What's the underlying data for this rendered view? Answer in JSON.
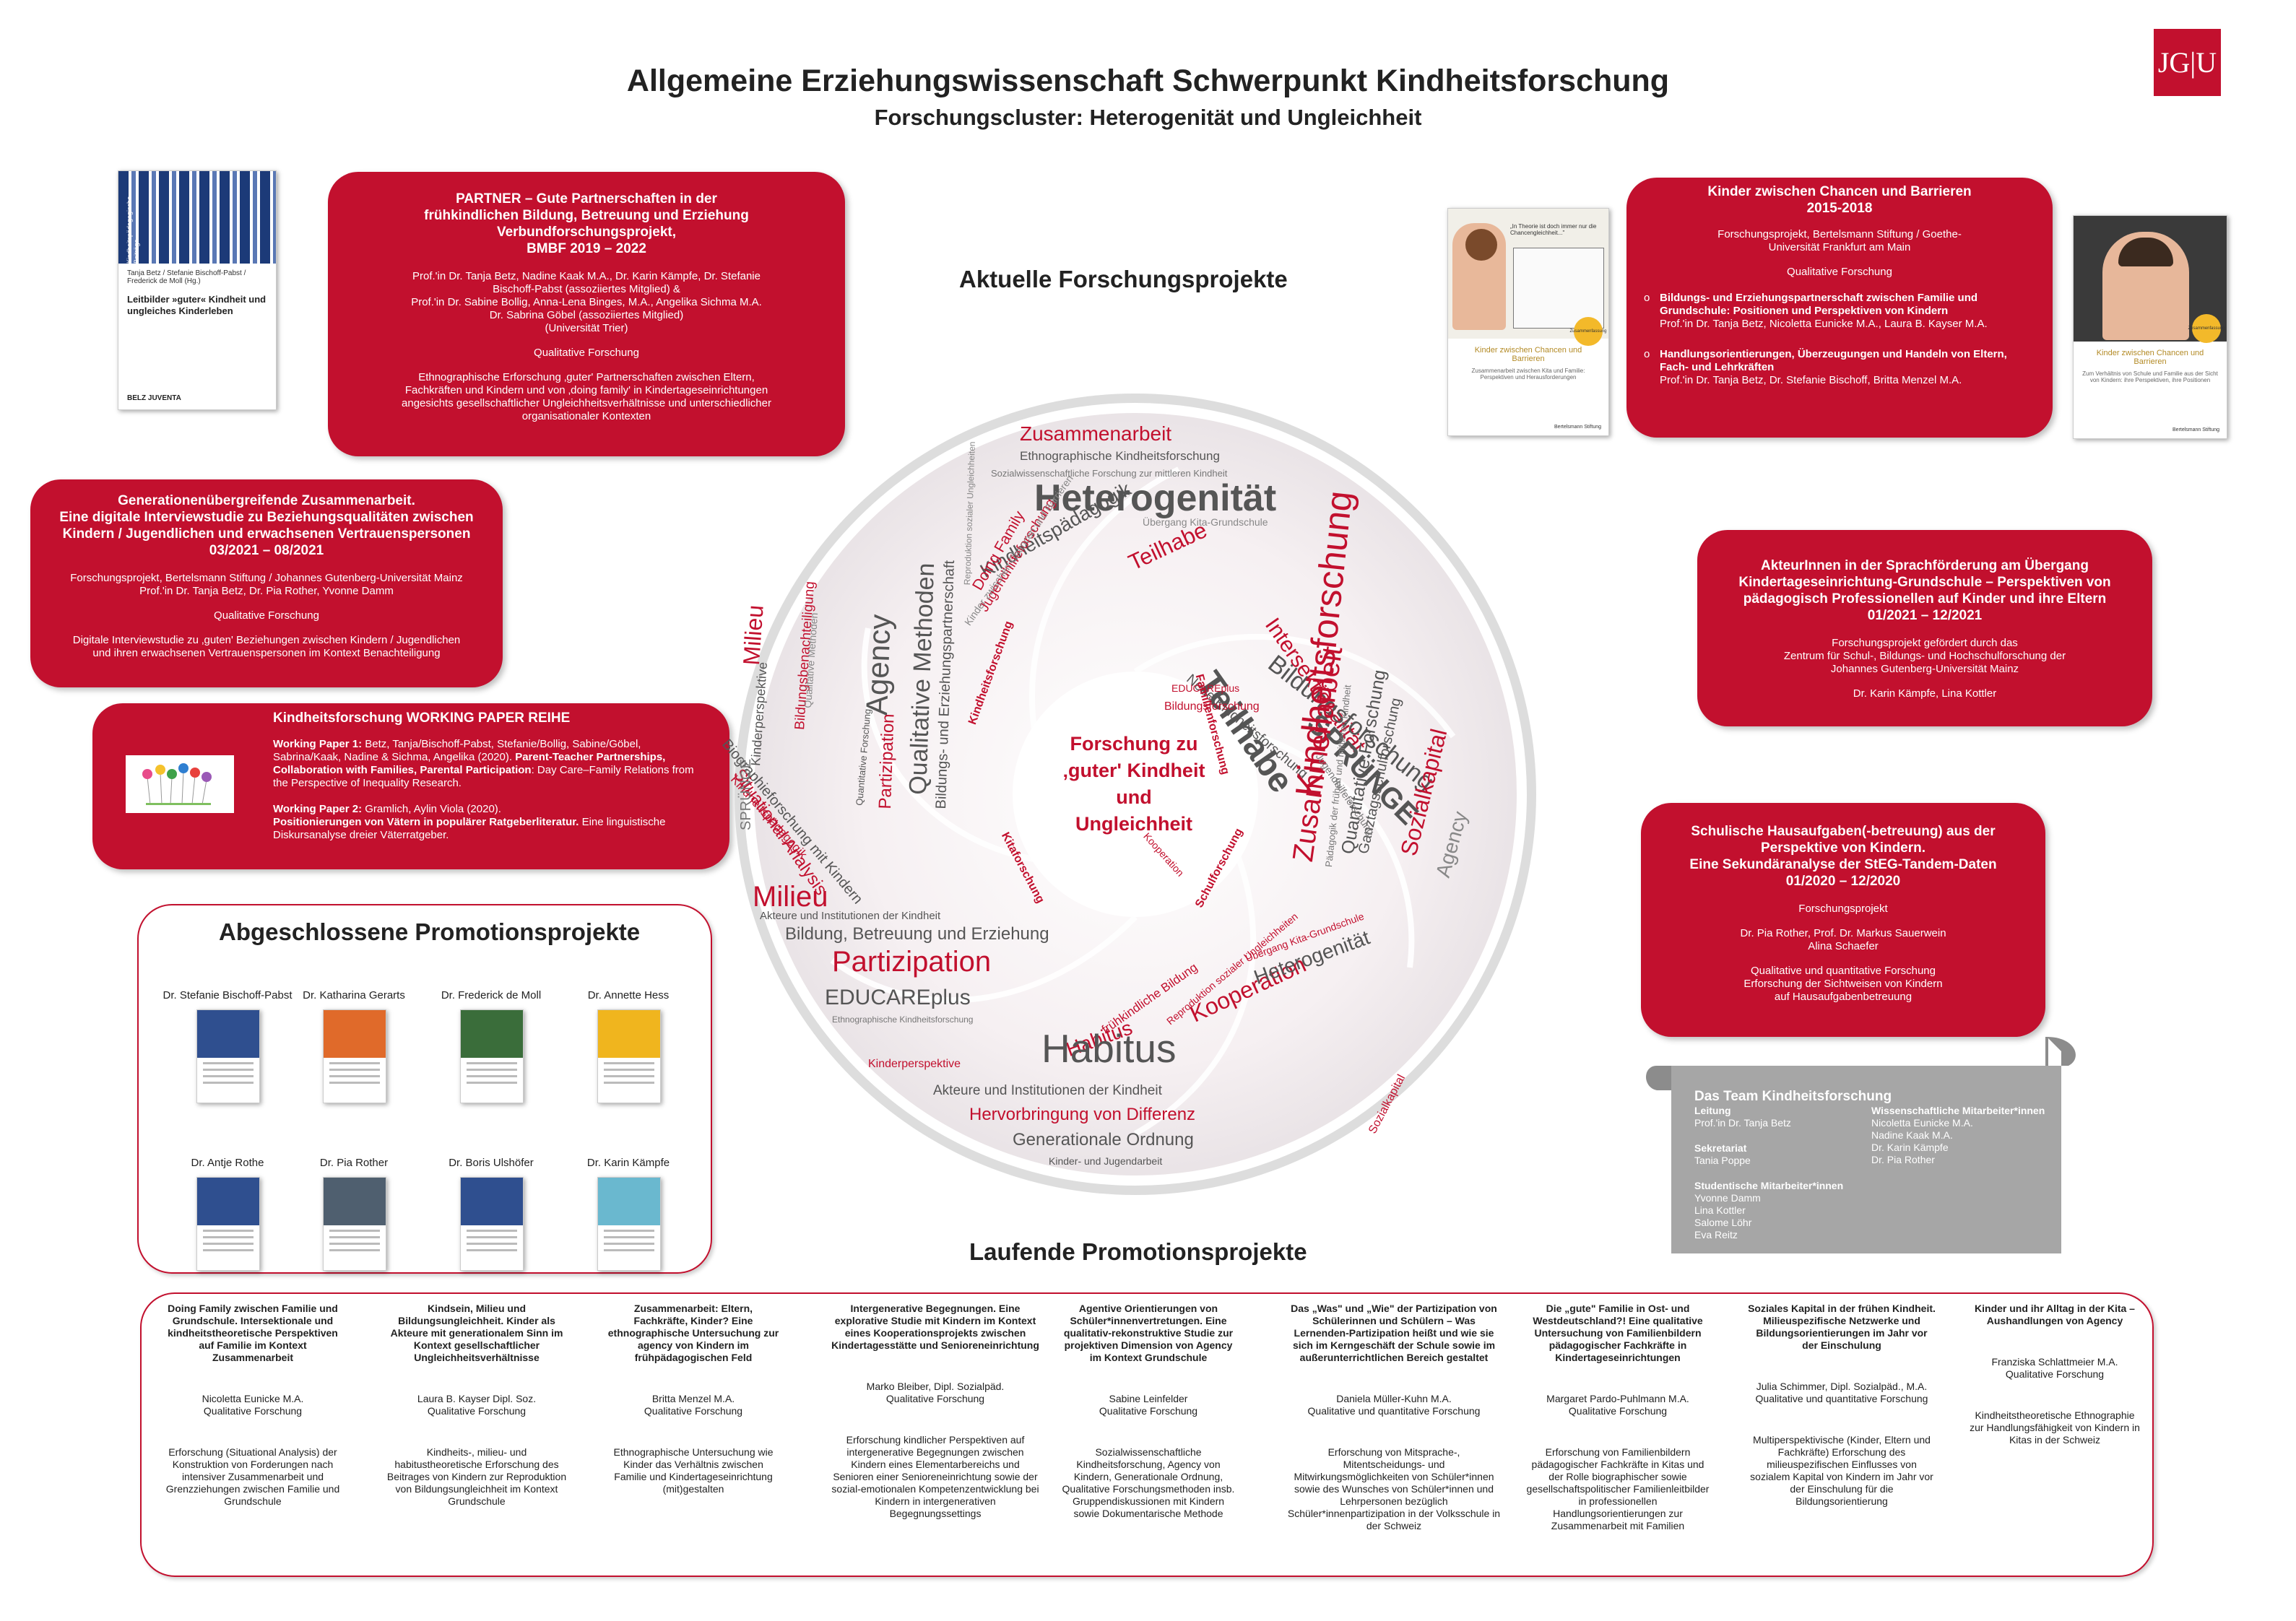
{
  "header": {
    "title": "Allgemeine Erziehungswissenschaft Schwerpunkt Kindheitsforschung",
    "subtitle": "Forschungscluster: Heterogenität und Ungleichheit",
    "logo": "JG|U"
  },
  "section_titles": {
    "current": "Aktuelle Forschungsprojekte",
    "completed": "Abgeschlossene Promotionsprojekte",
    "ongoing": "Laufende Promotionsprojekte"
  },
  "book_leitbilder": {
    "series": "Kindheitspädagogische Beiträge",
    "authors": "Tanja Betz / Stefanie Bischoff-Pabst / Frederick de Moll (Hg.)",
    "title": "Leitbilder »guter« Kindheit und ungleiches Kinderleben",
    "publisher": "BELZ JUVENTA"
  },
  "partner": {
    "title": [
      "PARTNER – Gute Partnerschaften in der",
      "frühkindlichen Bildung, Betreuung und Erziehung",
      "Verbundforschungsprojekt,",
      "BMBF 2019 – 2022"
    ],
    "people": [
      "Prof.'in Dr. Tanja Betz, Nadine Kaak M.A., Dr. Karin Kämpfe, Dr. Stefanie",
      "Bischoff-Pabst (assoziiertes Mitglied) &",
      "Prof.'in Dr. Sabine Bollig, Anna-Lena Binges, M.A., Angelika Sichma M.A.",
      "Dr. Sabrina Göbel (assoziiertes Mitglied)",
      "(Universität Trier)"
    ],
    "method": "Qualitative Forschung",
    "desc": [
      "Ethnographische Erforschung ‚guter' Partnerschaften zwischen Eltern,",
      "Fachkräften und Kindern und von ‚doing family' in Kindertageseinrichtungen",
      "angesichts gesellschaftlicher Ungleichheitsverhältnisse und unterschiedlicher",
      "organisationaler Kontexten"
    ]
  },
  "generation": {
    "title": [
      "Generationenübergreifende Zusammenarbeit.",
      "Eine digitale Interviewstudie zu Beziehungsqualitäten zwischen",
      "Kindern / Jugendlichen und erwachsenen Vertrauenspersonen",
      "03/2021 – 08/2021"
    ],
    "org": [
      "Forschungsprojekt, Bertelsmann Stiftung / Johannes Gutenberg-Universität Mainz",
      "Prof.'in Dr. Tanja Betz, Dr. Pia Rother, Yvonne Damm"
    ],
    "method": "Qualitative Forschung",
    "desc": [
      "Digitale Interviewstudie zu ‚guten' Beziehungen zwischen Kindern / Jugendlichen",
      "und ihren erwachsenen Vertrauenspersonen im Kontext Benachteiligung"
    ]
  },
  "working_paper": {
    "title": "Kindheitsforschung WORKING PAPER REIHE",
    "wp1_label": "Working Paper 1:",
    "wp1_authors": " Betz, Tanja/Bischoff-Pabst, Stefanie/Bollig, Sabine/Göbel, Sabrina/Kaak, Nadine & Sichma, Angelika (2020).",
    "wp1_title": "Parent-Teacher Partnerships, Collaboration with Families, Parental Participation",
    "wp1_rest": ": Day Care–Family Relations from the Perspective of Inequality Research.",
    "wp2_label": "Working Paper 2:",
    "wp2_authors": " Gramlich, Aylin Viola (2020).",
    "wp2_title": "Positionierungen von Vätern in populärer Ratgeberliteratur.",
    "wp2_rest": " Eine linguistische Diskursanalyse dreier Väterratgeber."
  },
  "completed": {
    "people": [
      {
        "name": "Dr. Stefanie Bischoff-Pabst",
        "color": "#2f4f8f"
      },
      {
        "name": "Dr. Katharina Gerarts",
        "color": "#e06a2a"
      },
      {
        "name": "Dr. Frederick de Moll",
        "color": "#3a6d3a"
      },
      {
        "name": "Dr. Annette Hess",
        "color": "#f0b51e"
      },
      {
        "name": "Dr. Antje Rothe",
        "color": "#2f4f8f"
      },
      {
        "name": "Dr. Pia Rother",
        "color": "#4f5f6f"
      },
      {
        "name": "Dr. Boris Ulshöfer",
        "color": "#2f4f8f"
      },
      {
        "name": "Dr. Karin Kämpfe",
        "color": "#6ab8cf"
      }
    ]
  },
  "center": {
    "core": [
      "Forschung zu",
      "‚guter' Kindheit",
      "und",
      "Ungleichheit"
    ],
    "spokes": [
      "Kindheitsforschung",
      "Familienforschung",
      "Kitaforschung",
      "Schulforschung"
    ]
  },
  "wordcloud": {
    "words": [
      "Zusammenarbeit",
      "Ethnographische Kindheitsforschung",
      "Sozialwissenschaftliche Forschung zur mittleren Kindheit",
      "Heterogenität",
      "Übergang Kita-Grundschule",
      "Teilhabe",
      "Kindheitspädagogik",
      "Doing Family",
      "Jugendhilfeforschung",
      "Kinder zwischen Chancen und Barrieren",
      "Intersektionalität",
      "Bildungsforschung",
      "Teilhabe",
      "SPRÜNGE",
      "Neue Kindheitsforschung",
      "EDUCAREplus",
      "Bildungsforschung",
      "Qualitative Methoden",
      "Agency",
      "Bildungs- und Erziehungspartnerschaft",
      "Partizipation",
      "Milieu",
      "Kinderperspektive",
      "Bildungsbenachteiligung",
      "Quantitative Forschung",
      "Qualitative Methoden",
      "Reproduktion sozialer Ungleichheiten",
      "Biographieforschung mit Kindern",
      "Situational Analysis",
      "Kindheitspädagogik",
      "Kooperation",
      "SPRÜNGE",
      "Milieu",
      "Akteure und Institutionen der Kindheit",
      "Bildung, Betreuung und Erziehung",
      "Partizipation",
      "EDUCAREplus",
      "Ethnographische Kindheitsforschung",
      "Kindheitsforschung",
      "Zusammenarbeit",
      "Quantitative Forschung",
      "Ganztagsschulforschung",
      "Sozialkapital",
      "Agency",
      "Pädagogik der frühen und mittleren Kindheit",
      "Habitus",
      "frühkindliche Bildung",
      "Reproduktion sozialer Ungleichheiten",
      "Kooperation",
      "Heterogenität",
      "Übergang Kita-Grundschule",
      "Habitus",
      "Akteure und Institutionen der Kindheit",
      "Hervorbringung von Differenz",
      "Generationale Ordnung",
      "Kinder- und Jugendarbeit",
      "Kinderperspektive",
      "Sozialkapital",
      "Jugendhilfeforschung"
    ]
  },
  "book_chancen_left": {
    "speech": "„In Theorie ist doch immer nur die Chancengleichheit...\"",
    "title": "Kinder zwischen Chancen und Barrieren",
    "subtitle": "Zusammenarbeit zwischen Kita und Familie: Perspektiven und Herausforderungen",
    "foot": "Bertelsmann Stiftung",
    "badge": "Zusammenfassung"
  },
  "book_chancen_right": {
    "title": "Kinder zwischen Chancen und Barrieren",
    "subtitle": "Zum Verhältnis von Schule und Familie aus der Sicht von Kindern: ihre Perspektiven, ihre Positionen",
    "foot": "Bertelsmann Stiftung",
    "badge": "Zusammenfassung"
  },
  "chancen": {
    "title": [
      "Kinder zwischen Chancen und Barrieren",
      "2015-2018"
    ],
    "org": [
      "Forschungsprojekt, Bertelsmann Stiftung / Goethe-",
      "Universität Frankfurt am Main"
    ],
    "method": "Qualitative Forschung",
    "items": [
      {
        "title": "Bildungs- und Erziehungspartnerschaft zwischen Familie und Grundschule: Positionen und Perspektiven von Kindern",
        "people": "Prof.'in Dr. Tanja Betz, Nicoletta Eunicke M.A., Laura B. Kayser M.A."
      },
      {
        "title": "Handlungsorientierungen, Überzeugungen und Handeln von Eltern, Fach- und Lehrkräften",
        "people": "Prof.'in Dr. Tanja Betz, Dr. Stefanie Bischoff, Britta Menzel M.A."
      }
    ]
  },
  "sprach": {
    "title": [
      "AkteurInnen in der Sprachförderung am Übergang",
      "Kindertageseinrichtung-Grundschule – Perspektiven von",
      "pädagogisch Professionellen auf Kinder und ihre Eltern",
      "01/2021 – 12/2021"
    ],
    "org": [
      "Forschungsprojekt  gefördert durch das",
      "Zentrum für Schul-, Bildungs- und Hochschulforschung  der",
      "Johannes Gutenberg-Universität  Mainz"
    ],
    "people": "Dr. Karin Kämpfe, Lina Kottler"
  },
  "hausaufgaben": {
    "title": [
      "Schulische Hausaufgaben(-betreuung) aus der",
      "Perspektive von Kindern.",
      "Eine Sekundäranalyse der StEG-Tandem-Daten",
      "01/2020 – 12/2020"
    ],
    "method": "Forschungsprojekt",
    "people": [
      "Dr. Pia Rother,  Prof. Dr. Markus Sauerwein",
      "Alina Schaefer"
    ],
    "desc": [
      "Qualitative und quantitative Forschung",
      "Erforschung der Sichtweisen von Kindern",
      "auf Hausaufgabenbetreuung"
    ]
  },
  "team": {
    "title": "Das Team Kindheitsforschung",
    "lead_label": "Leitung",
    "lead": "Prof.'in Dr. Tanja Betz",
    "sek_label": "Sekretariat",
    "sek": "Tania Poppe",
    "stud_label": "Studentische Mitarbeiter*innen",
    "stud": [
      "Yvonne Damm",
      "Lina Kottler",
      "Salome Löhr",
      "Eva Reitz"
    ],
    "wiss_label": "Wissenschaftliche Mitarbeiter*innen",
    "wiss": [
      "Nicoletta Eunicke M.A.",
      "Nadine Kaak M.A.",
      "Dr. Karin Kämpfe",
      "Dr. Pia Rother"
    ]
  },
  "ongoing": [
    {
      "title": "Doing Family  zwischen Familie und Grundschule. Intersektionale und kindheitstheoretische Perspektiven auf Familie im Kontext Zusammenarbeit",
      "person": "Nicoletta Eunicke M.A.",
      "method": "Qualitative Forschung",
      "desc": "Erforschung (Situational Analysis) der Konstruktion von Forderungen nach intensiver Zusammenarbeit und Grenzziehungen zwischen Familie und Grundschule"
    },
    {
      "title": "Kindsein, Milieu und Bildungsungleichheit. Kinder als Akteure mit generationalem Sinn im Kontext gesellschaftlicher Ungleichheitsverhältnisse",
      "person": "Laura B. Kayser Dipl. Soz.",
      "method": "Qualitative Forschung",
      "desc": "Kindheits-, milieu- und habitustheoretische Erforschung des Beitrages von Kindern zur Reproduktion von Bildungsungleichheit im Kontext Grundschule"
    },
    {
      "title": "Zusammenarbeit: Eltern, Fachkräfte, Kinder? Eine ethnographische Untersuchung zur agency von Kindern im frühpädagogischen Feld",
      "person": "Britta Menzel M.A.",
      "method": "Qualitative Forschung",
      "desc": "Ethnographische Untersuchung wie Kinder das Verhältnis zwischen Familie und Kindertageseinrichtung (mit)gestalten"
    },
    {
      "title": "Intergenerative Begegnungen. Eine explorative Studie mit Kindern im Kontext eines Kooperationsprojekts zwischen Kindertagesstätte und Senioreneinrichtung",
      "person": "Marko Bleiber, Dipl. Sozialpäd.",
      "method": "Qualitative Forschung",
      "desc": "Erforschung kindlicher Perspektiven auf intergenerative Begegnungen zwischen Kindern eines Elementarbereichs und Senioren einer Senioreneinrichtung sowie der sozial-emotionalen Kompetenzentwicklung bei Kindern in intergenerativen Begegnungssettings"
    },
    {
      "title": "Agentive Orientierungen von Schüler*innenvertretungen. Eine qualitativ-rekonstruktive Studie zur projektiven Dimension von Agency im Kontext Grundschule",
      "person": "Sabine Leinfelder",
      "method": "Qualitative Forschung",
      "desc": "Sozialwissenschaftliche Kindheitsforschung, Agency von Kindern, Generationale Ordnung, Qualitative Forschungsmethoden insb. Gruppendiskussionen mit Kindern sowie Dokumentarische Methode"
    },
    {
      "title": "Das „Was\" und „Wie\" der Partizipation von Schülerinnen und Schülern – Was Lernenden-Partizipation heißt und wie sie sich im Kerngeschäft der Schule sowie im außerunterrichtlichen Bereich gestaltet",
      "person": "Daniela Müller-Kuhn M.A.",
      "method": "Qualitative und quantitative Forschung",
      "desc": "Erforschung von Mitsprache-, Mitentscheidungs- und Mitwirkungsmöglichkeiten von Schüler*innen sowie des Wunsches von Schüler*innen und Lehrpersonen bezüglich Schüler*innenpartizipation in der Volksschule in der Schweiz"
    },
    {
      "title": "Die „gute\" Familie in Ost- und Westdeutschland?! Eine qualitative Untersuchung von Familienbildern pädagogischer Fachkräfte in Kindertageseinrichtungen",
      "person": "Margaret Pardo-Puhlmann M.A.",
      "method": "Qualitative Forschung",
      "desc": "Erforschung von Familienbildern pädagogischer Fachkräfte in Kitas und der Rolle biographischer sowie gesellschaftspolitischer Familienleitbilder in professionellen Handlungsorientierungen  zur Zusammenarbeit mit Familien"
    },
    {
      "title": "Soziales Kapital in der frühen Kindheit. Milieuspezifische Netzwerke und Bildungsorientierungen im Jahr vor der Einschulung",
      "person": "Julia Schimmer, Dipl. Sozialpäd., M.A.",
      "method": "Qualitative und quantitative Forschung",
      "desc": "Multiperspektivische (Kinder, Eltern und Fachkräfte) Erforschung des milieuspezifischen Einflusses von sozialem Kapital von Kindern im Jahr vor der Einschulung für die Bildungsorientierung"
    },
    {
      "title": "Kinder und ihr Alltag in der Kita – Aushandlungen von Agency",
      "person": "Franziska Schlattmeier M.A.",
      "method": "Qualitative Forschung",
      "desc": "Kindheitstheoretische Ethnographie zur Handlungsfähigkeit von Kindern in Kitas in der Schweiz"
    }
  ],
  "colors": {
    "accent": "#c2102e",
    "team": "#a6a6a6"
  }
}
